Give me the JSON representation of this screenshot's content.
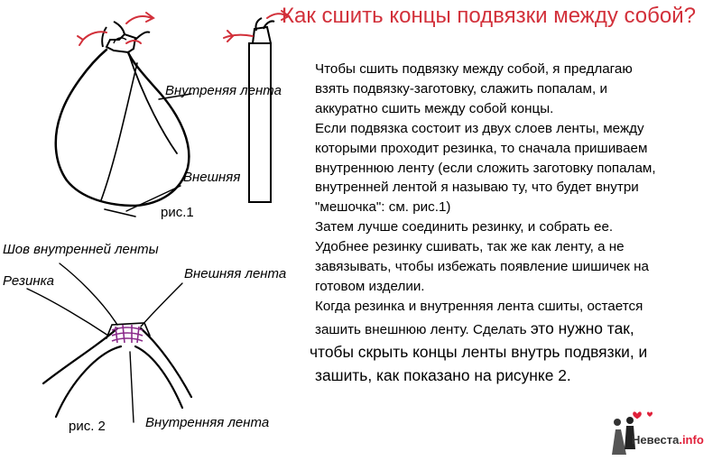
{
  "title": "Как сшить концы подвязки между собой?",
  "fig1": {
    "label_inner": "Внутреняя лента",
    "label_outer": "Внешняя",
    "caption": "рис.1"
  },
  "fig2": {
    "label_seam": "Шов внутренней ленты",
    "label_elastic": "Резинка",
    "label_outer": "Внешняя лента",
    "label_inner": "Внутренняя лента",
    "caption": "рис. 2"
  },
  "body_lines": [
    "Чтобы сшить подвязку между собой, я предлагаю",
    "взять подвязку-заготовку, слажить попалам, и",
    "аккуратно сшить между собой концы.",
    "Если подвязка состоит из двух слоев ленты, между",
    "которыми проходит резинка, то сначала пришиваем",
    "внутреннюю ленту (если сложить заготовку попалам,",
    "внутренней лентой я называю ту, что будет внутри",
    "\"мешочка\": см. рис.1)",
    "Затем лучше соединить резинку, и собрать ее.",
    "Удобнее резинку сшивать, так же как ленту, а не",
    "завязывать, чтобы избежать появление шишичек на",
    "готовом изделии.",
    "Когда резинка и внутренняя лента сшиты, остается"
  ],
  "body_mixed_line": {
    "small": "зашить внешнюю ленту. Сделать ",
    "big": "это нужно так,"
  },
  "body_big_lines": [
    "чтобы скрыть концы ленты внутрь подвязки, и",
    "зашить, как показано на рисунке 2."
  ],
  "watermark": {
    "name": "Невеста",
    "suffix": ".info"
  },
  "colors": {
    "title": "#d2303a",
    "arrows": "#d2303a",
    "elastic": "#8a2a8a"
  }
}
